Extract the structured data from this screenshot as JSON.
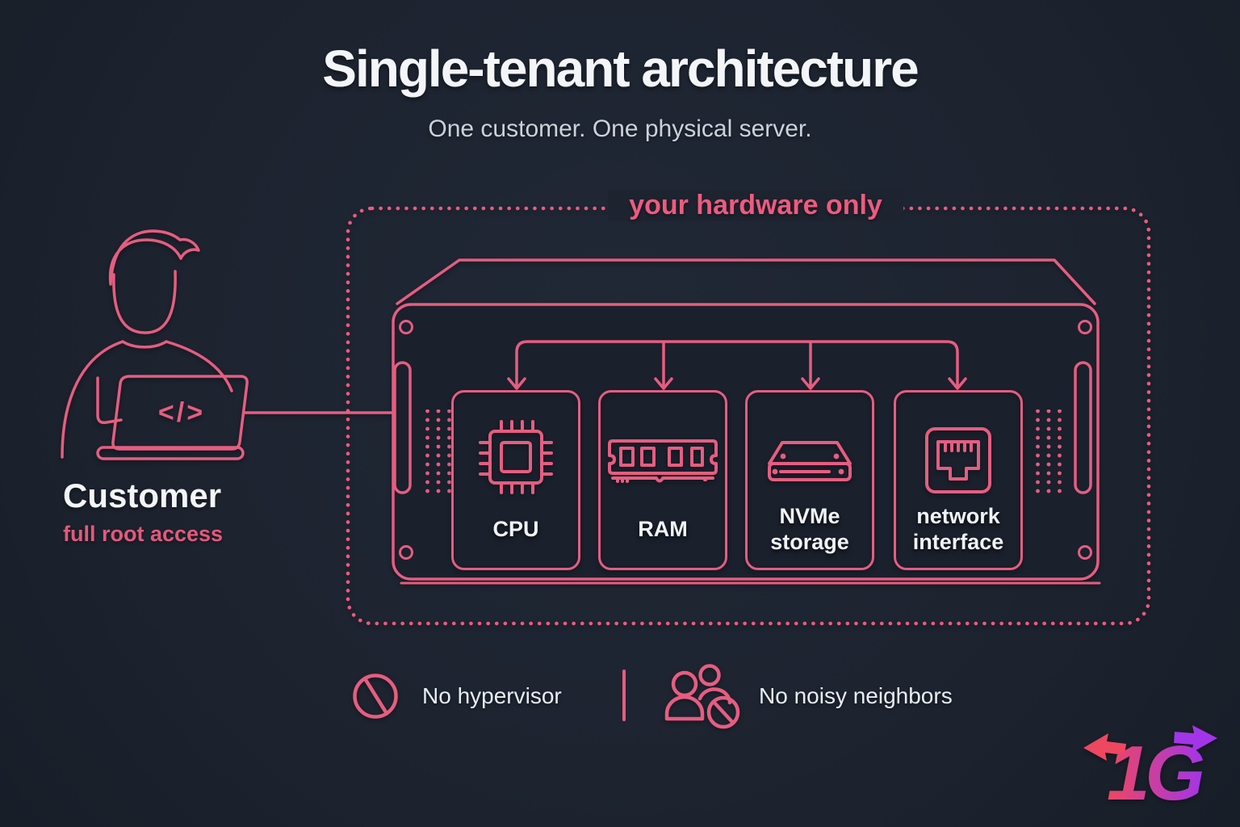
{
  "colors": {
    "background": "#1d2430",
    "line_pink": "#e65d80",
    "dot_pink": "#ef5a7e",
    "text_white": "#f3f5f8",
    "text_muted": "#ccd2da",
    "logo_gradient_start": "#ee4760",
    "logo_gradient_end": "#a335e8"
  },
  "header": {
    "title": "Single-tenant architecture",
    "subtitle": "One customer. One physical server."
  },
  "hardware_zone_label": "your hardware only",
  "customer": {
    "title": "Customer",
    "caption": "full root access",
    "laptop_screen_glyph": "</>"
  },
  "server_components": [
    {
      "label": "CPU",
      "icon": "cpu-chip-icon"
    },
    {
      "label": "RAM",
      "icon": "ram-module-icon"
    },
    {
      "label": "NVMe storage",
      "icon": "nvme-drive-icon"
    },
    {
      "label": "network interface",
      "icon": "ethernet-port-icon"
    }
  ],
  "footer": {
    "no_hypervisor": "No hypervisor",
    "no_noisy_neighbors": "No noisy neighbors"
  },
  "logo": {
    "text": "1G"
  }
}
